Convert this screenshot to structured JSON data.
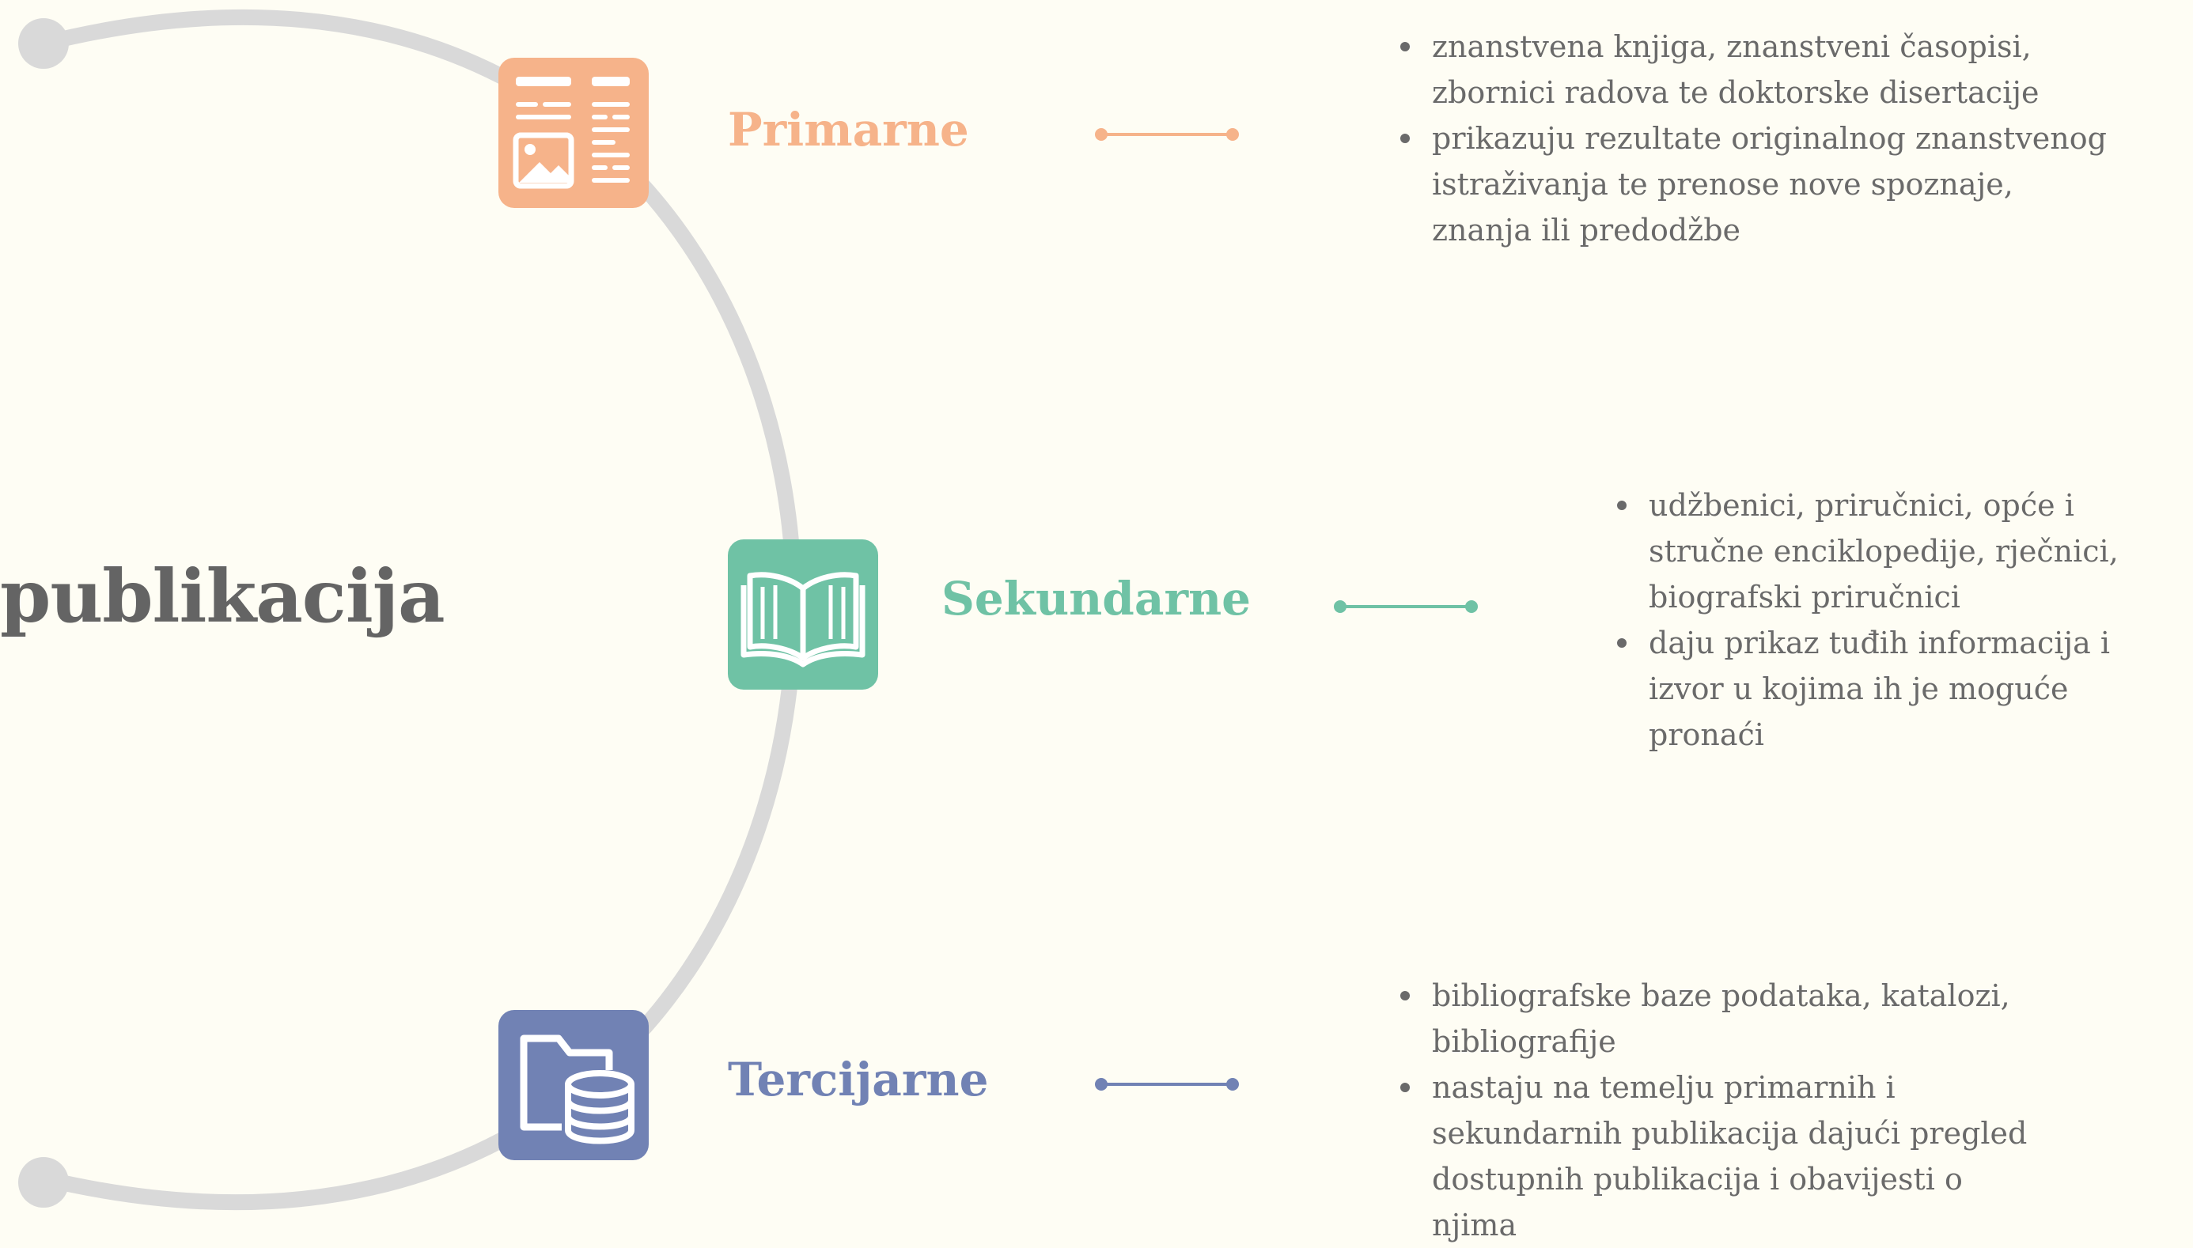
{
  "title": "publikacija",
  "colors": {
    "background": "#fefdf4",
    "arc": "#d9d9d9",
    "primary": "#f6b38a",
    "secondary": "#6fc2a5",
    "tertiary": "#7182b4"
  },
  "items": [
    {
      "label": "Primarne",
      "icon": "newspaper-icon",
      "color": "#f6b38a",
      "bullets": [
        "znanstvena knjiga, znanstveni časopisi, zbornici radova te doktorske disertacije",
        "prikazuju rezultate originalnog znanstvenog istraživanja te prenose nove spoznaje, znanja ili predodžbe"
      ]
    },
    {
      "label": "Sekundarne",
      "icon": "open-book-icon",
      "color": "#6fc2a5",
      "bullets": [
        "udžbenici, priručnici, opće i stručne enciklopedije, rječnici, biografski priručnici",
        "daju prikaz tuđih informacija i izvor u kojima ih je moguće pronaći"
      ]
    },
    {
      "label": "Tercijarne",
      "icon": "folder-database-icon",
      "color": "#7182b4",
      "bullets": [
        "bibliografske baze podataka, katalozi, bibliografije",
        "nastaju na temelju primarnih i sekundarnih publikacija dajući pregled dostupnih publikacija i obavijesti o njima"
      ]
    }
  ]
}
